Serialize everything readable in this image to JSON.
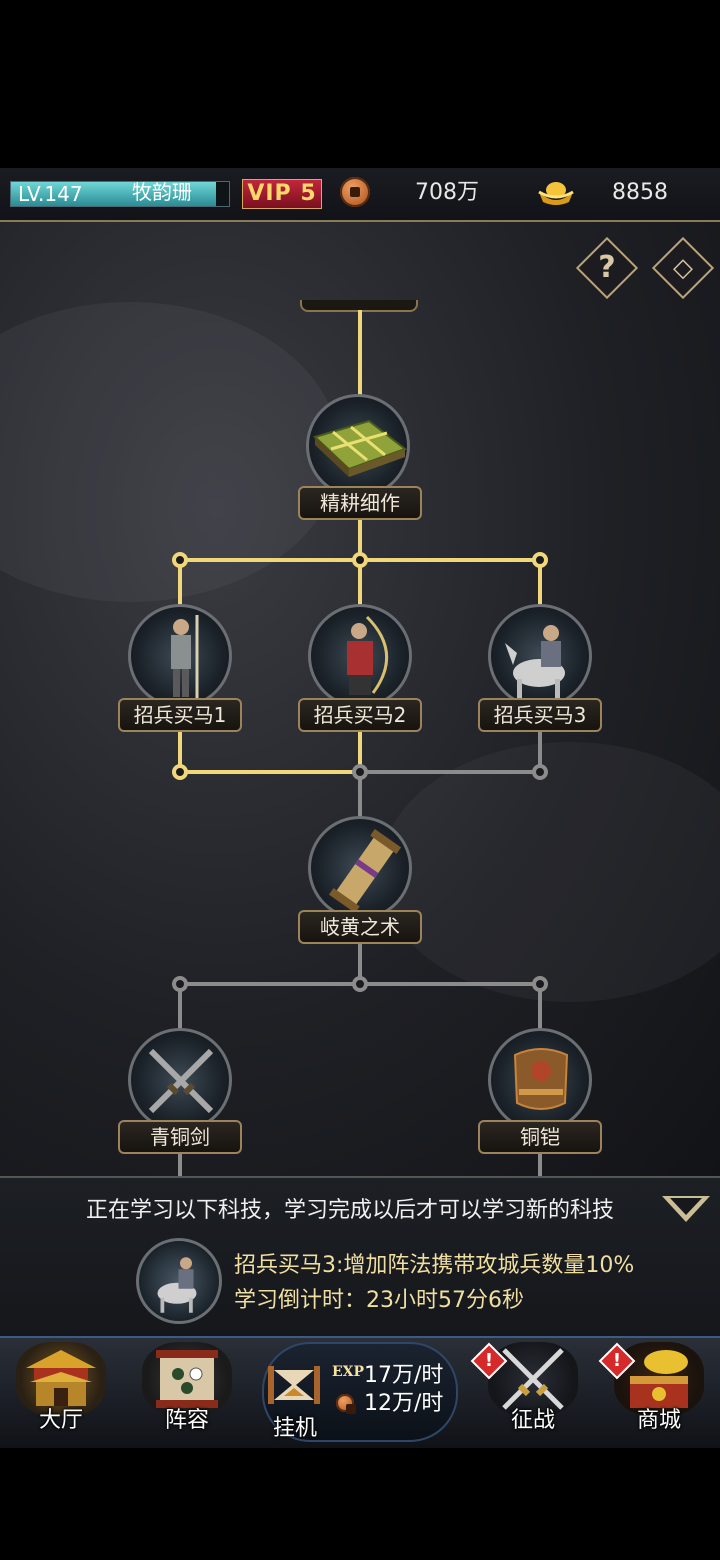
{
  "player": {
    "level_label": "LV.147",
    "name": "牧韵珊",
    "vip_label": "VIP 5",
    "copper_amount": "708万",
    "gold_amount": "8858"
  },
  "top_buttons": {
    "help_symbol": "?",
    "back_symbol": "◇"
  },
  "tech_tree": {
    "nodes": [
      {
        "label": "精耕细作",
        "state": "learned"
      },
      {
        "label": "招兵买马1",
        "state": "learned"
      },
      {
        "label": "招兵买马2",
        "state": "learned"
      },
      {
        "label": "招兵买马3",
        "state": "learning"
      },
      {
        "label": "岐黄之术",
        "state": "locked"
      },
      {
        "label": "青铜剑",
        "state": "locked"
      },
      {
        "label": "铜铠",
        "state": "locked"
      }
    ],
    "colors": {
      "active": "#f1d77b",
      "inactive": "#8c8c8c"
    }
  },
  "learning": {
    "notice": "正在学习以下科技，学习完成以后才可以学习新的科技",
    "tech_description": "招兵买马3:增加阵法携带攻城兵数量10%",
    "countdown": "学习倒计时：23小时57分6秒"
  },
  "nav": {
    "items": [
      {
        "label": "大厅",
        "alert": false
      },
      {
        "label": "阵容",
        "alert": false
      },
      {
        "label": "挂机",
        "alert": false
      },
      {
        "label": "征战",
        "alert": true
      },
      {
        "label": "商城",
        "alert": true
      }
    ],
    "idle": {
      "exp_tag": "EXP",
      "exp_rate": "17万/时",
      "copper_rate": "12万/时"
    },
    "alert_symbol": "!"
  }
}
